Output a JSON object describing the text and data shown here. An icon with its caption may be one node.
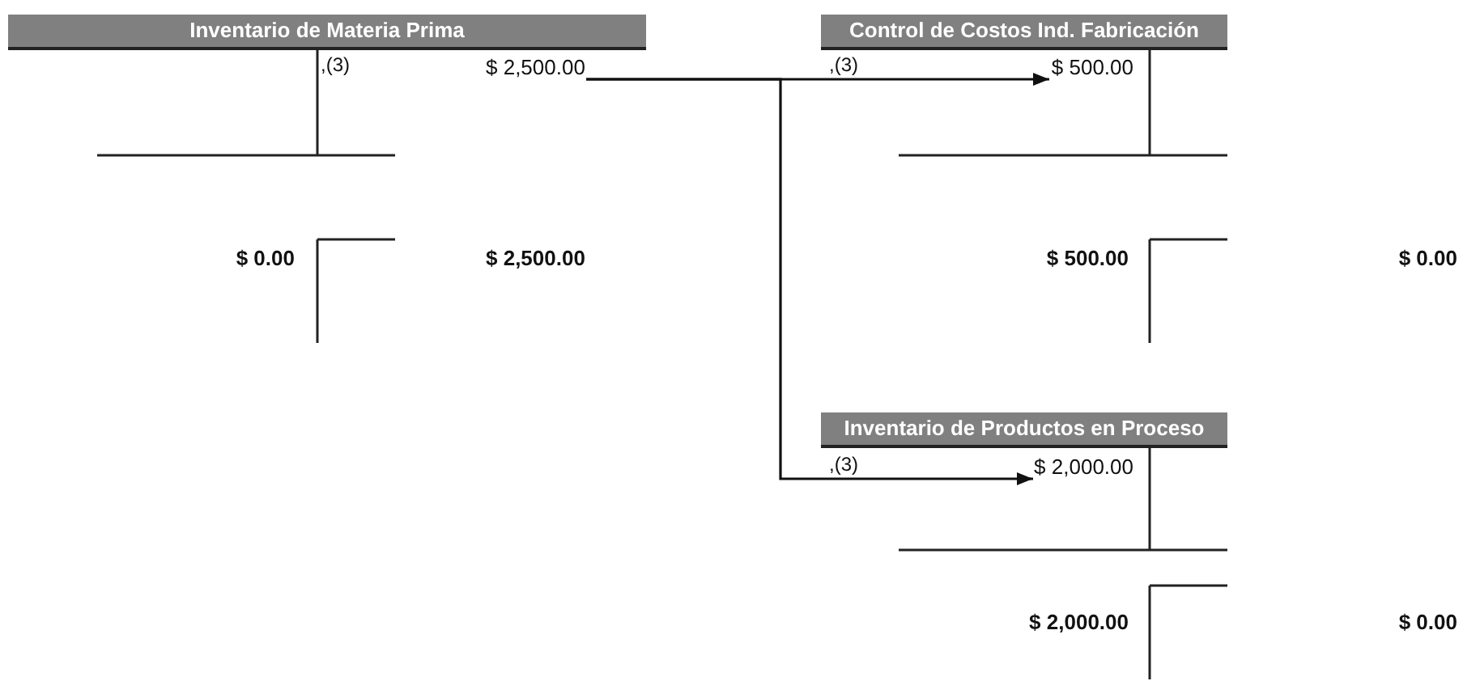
{
  "diagram": {
    "nodes": [
      {
        "text": [
          "Inventario de Materia Prima"
        ]
      },
      {
        "text": [
          "$ 2,500.00"
        ]
      },
      {
        "text": [
          "Control de Costos Ind. Fabricación"
        ]
      },
      {
        "text": [
          "$ 500.00"
        ]
      },
      {
        "text": [
          "Inventario de Productos en Proceso"
        ]
      },
      {
        "text": [
          "$ 2,000.00"
        ]
      }
    ],
    "edges": [
      {
        "from": 1,
        "to": 3,
        "arrow": "to"
      },
      {
        "from": 1,
        "to": 5,
        "arrow": "to"
      }
    ],
    "labels": [
      ",(3)",
      ",(3)",
      "$ 0.00",
      "$ 2,500.00",
      "$ 500.00",
      "$ 0.00",
      ",(3)",
      "$ 2,000.00",
      "$ 0.00"
    ]
  }
}
